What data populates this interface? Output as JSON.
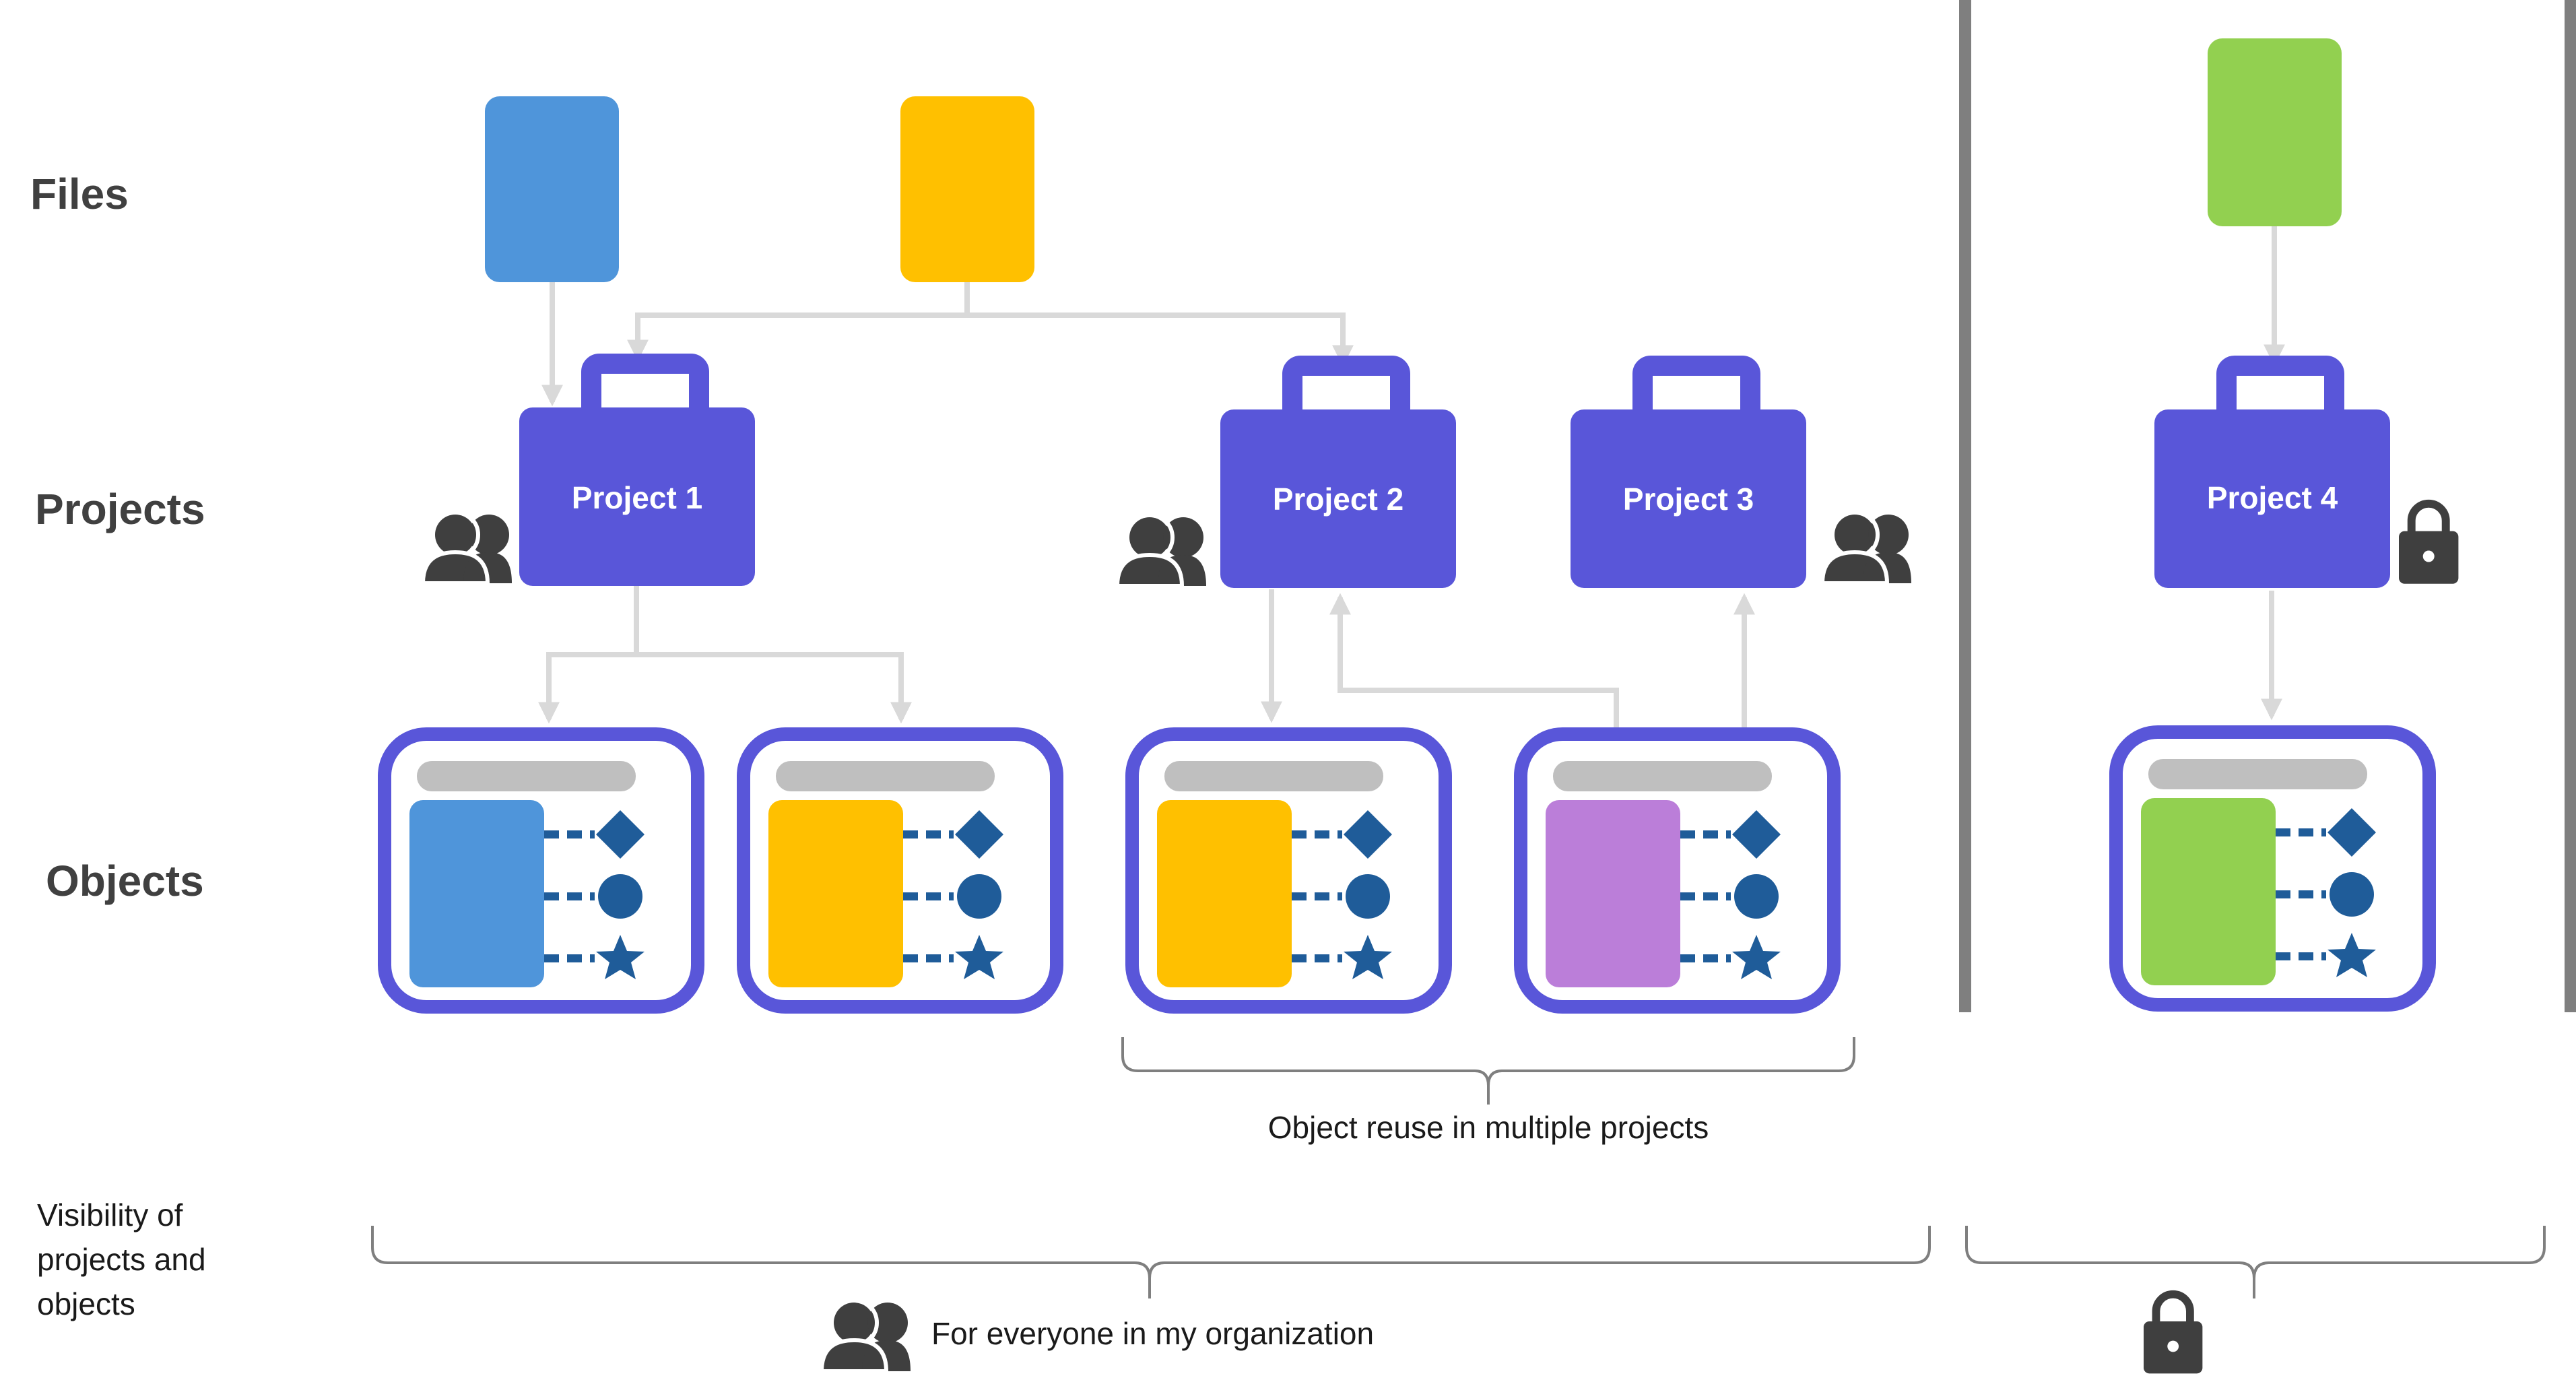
{
  "rows": {
    "files": "Files",
    "projects": "Projects",
    "objects": "Objects"
  },
  "projects": [
    {
      "label": "Project 1",
      "visibility": "people-icon"
    },
    {
      "label": "Project 2",
      "visibility": "people-icon"
    },
    {
      "label": "Project 3",
      "visibility": "people-icon"
    },
    {
      "label": "Project 4",
      "visibility": "lock-icon"
    }
  ],
  "visibility": {
    "label": "Visibility of projects and objects",
    "lines": [
      "Visibility of",
      "projects and",
      "objects"
    ],
    "everyone": "For everyone in my organization",
    "private": "lock-icon"
  },
  "reuse_note": "Object reuse in multiple projects",
  "colors": {
    "blue": "#4f95da",
    "yellow": "#ffc000",
    "green": "#92d050",
    "purple": "#bb7ed9",
    "project": "#5956d9",
    "dark_blue": "#1f5c99",
    "icon": "#3f3f3f",
    "connector": "#d9d9d9",
    "divider": "#7f7f7f"
  }
}
